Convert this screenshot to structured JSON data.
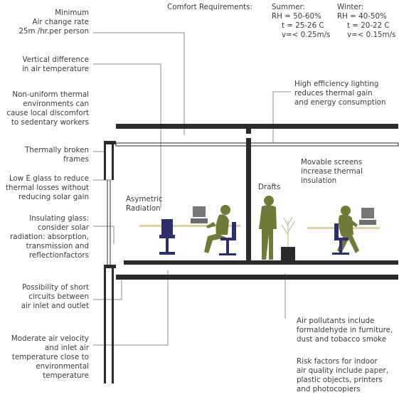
{
  "diagram": {
    "left_labels": [
      [
        "Minimum",
        "Air change rate",
        "25m /hr.per person"
      ],
      [
        "Vertical difference",
        "in air temperature"
      ],
      [
        "Non-uniform thermal",
        "environments can",
        "cause local discomfort",
        "to sedentary workers"
      ],
      [
        "Thermally broken",
        "frames"
      ],
      [
        "Low E glass to reduce",
        "thermal losses without",
        "reducing solar gain"
      ],
      [
        "Insulating glass:",
        "consider solar",
        "radiation: absorption,",
        "transmission and",
        "reflectionfactors"
      ],
      [
        "Possibility of short",
        "circuits between",
        "air inlet and outlet"
      ],
      [
        "Moderate air velocity",
        "and inlet air",
        "temperature close to",
        "environmental",
        "temperature"
      ]
    ],
    "comfort": {
      "title": "Comfort Requirements:",
      "summer": [
        "Summer:",
        "RH = 50-60%",
        "t = 25-26 C",
        "v=< 0.25m/s"
      ],
      "winter": [
        "Winter:",
        "RH = 40-50%",
        "t = 20-22 C",
        "v=< 0.15m/s"
      ]
    },
    "right_labels": {
      "lighting": [
        "High efficiency lighting",
        "reduces thermal gain",
        "and energy consumption"
      ],
      "screens": [
        "Movable screens",
        "increase thermal",
        "insulation"
      ],
      "drafts": "Drafts",
      "radiation": [
        "Asymetric",
        "Radiation"
      ],
      "pollutants": [
        "Air pollutants include",
        "formaldehyde in furniture,",
        "dust and tobacco smoke"
      ],
      "risk": [
        "Risk factors for indoor",
        "air quality include paper,",
        "plastic objects, printers",
        "and photocopiers"
      ]
    },
    "colors": {
      "structure": "#2b2b2b",
      "figure": "#727a3a",
      "chair": "#2e2f6a",
      "desk": "#d9d5a4",
      "leader": "#8c8c8c"
    }
  }
}
